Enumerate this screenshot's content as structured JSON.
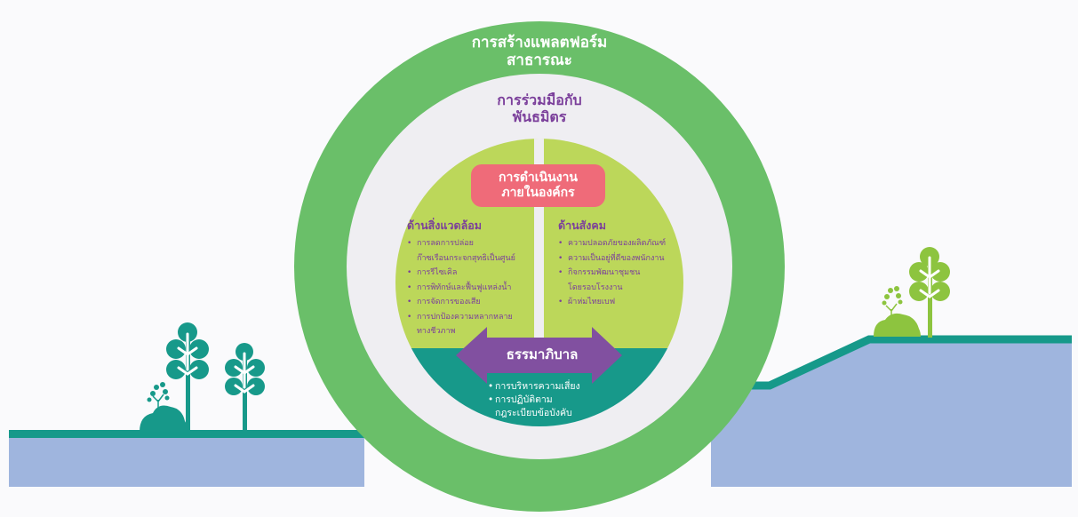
{
  "colors": {
    "background": "#fafafc",
    "outer_ring": "#6abf69",
    "partner_ring": "#efeef2",
    "inner_lime": "#bcd75a",
    "inner_teal": "#17998a",
    "divider": "#efeef2",
    "pink_box": "#ef6b79",
    "arrow_purple": "#8150a0",
    "purple_text": "#7b3f9b",
    "ground_line": "#16998a",
    "ground_fill": "#9fb5de",
    "tree_teal": "#17998a",
    "tree_green": "#8dc43f"
  },
  "outer_ring": {
    "title_line1": "การสร้างแพลตฟอร์ม",
    "title_line2": "สาธารณะ"
  },
  "partner_ring": {
    "title_line1": "การร่วมมือกับ",
    "title_line2": "พันธมิตร"
  },
  "core": {
    "title_line1": "การดำเนินงาน",
    "title_line2": "ภายในองค์กร"
  },
  "environment": {
    "heading": "ด้านสิ่งแวดล้อม",
    "items": [
      "การลดการปล่อย",
      "การรีไซเคิล",
      "การพิทักษ์และฟื้นฟูแหล่งน้ำ",
      "การจัดการของเสีย",
      "การปกป้องความหลากหลาย"
    ],
    "item0_cont": "ก๊าซเรือนกระจกสุทธิเป็นศูนย์",
    "item4_cont": "ทางชีวภาพ"
  },
  "social": {
    "heading": "ด้านสังคม",
    "items": [
      "ความปลอดภัยของผลิตภัณฑ์",
      "ความเป็นอยู่ที่ดีของพนักงาน",
      "กิจกรรมพัฒนาชุมชน",
      "ผ้าห่มไทยเบฟ"
    ],
    "item2_cont": "โดยรอบโรงงาน"
  },
  "governance": {
    "label": "ธรรมาภิบาล",
    "item0": "การบริหารความเสี่ยง",
    "item1": "การปฏิบัติตาม",
    "item1_cont": "กฎระเบียบข้อบังคับ"
  }
}
